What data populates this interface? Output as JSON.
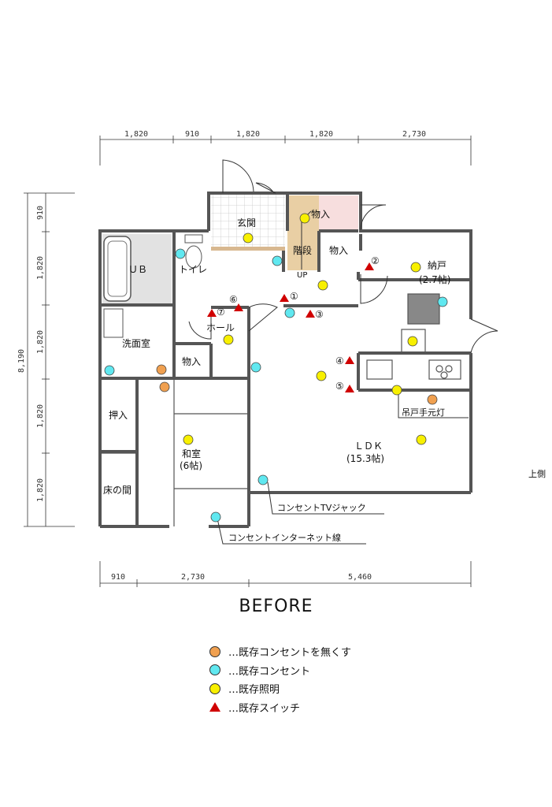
{
  "dims": {
    "top": [
      "1,820",
      "910",
      "1,820",
      "1,820",
      "2,730"
    ],
    "left_total": "8,190",
    "left": [
      "910",
      "1,820",
      "1,820",
      "1,820",
      "1,820"
    ],
    "bottom": [
      "910",
      "2,730",
      "5,460"
    ]
  },
  "rooms": {
    "genkan": "玄関",
    "mono1": "物入",
    "kaidan": "階段",
    "mono2": "物入",
    "up": "UP",
    "ub": "ＵＢ",
    "toilet": "トイレ",
    "nando": "納戸",
    "nando_size": "(2.7帖)",
    "hall": "ホール",
    "senmen": "洗面室",
    "mono3": "物入",
    "oshiire": "押入",
    "washitsu": "和室",
    "washitsu_size": "(6帖)",
    "tokonoma": "床の間",
    "ldk": "ＬＤＫ",
    "ldk_size": "(15.3帖)",
    "ue": "上側"
  },
  "callouts": {
    "tsuridana": "吊戸手元灯",
    "tv": "コンセントTVジャック",
    "net": "コンセントインターネット線"
  },
  "switch_numbers": [
    "①",
    "②",
    "③",
    "④",
    "⑤",
    "⑥",
    "⑦"
  ],
  "title": "BEFORE",
  "legend": [
    {
      "symbol": "dot",
      "color": "#f0a050",
      "label": "…既存コンセントを無くす"
    },
    {
      "symbol": "dot",
      "color": "#60e8f0",
      "label": "…既存コンセント"
    },
    {
      "symbol": "dot",
      "color": "#f8f000",
      "label": "…既存照明"
    },
    {
      "symbol": "triangle",
      "color": "#d00000",
      "label": "…既存スイッチ"
    }
  ]
}
